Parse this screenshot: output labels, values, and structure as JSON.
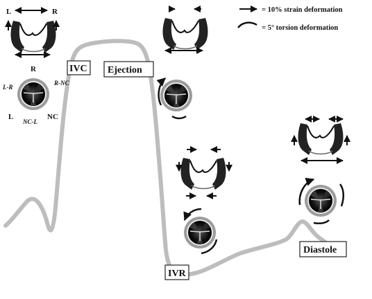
{
  "legend": {
    "strain_label": "= 10% strain deformation",
    "torsion_label": "= 5° torsion deformation"
  },
  "phases": {
    "ivc": "IVC",
    "ejection": "Ejection",
    "ivr": "IVR",
    "diastole": "Diastole"
  },
  "cusp_labels": {
    "left": "L",
    "right": "R",
    "noncoronary": "NC",
    "left_right": "L-R",
    "right_nc": "R-NC",
    "nc_left": "NC-L"
  },
  "profile_labels": {
    "left": "L",
    "right": "R"
  },
  "colors": {
    "curve": "#bdbdbd",
    "ink": "#111111",
    "ring": "#a8a8a8"
  }
}
